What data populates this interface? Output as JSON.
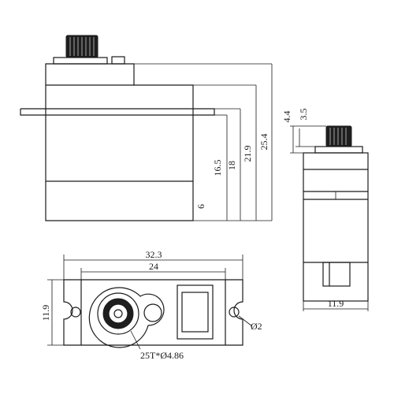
{
  "dimensions": {
    "side_height_6": "6",
    "side_height_16_5": "16.5",
    "side_height_18": "18",
    "side_height_21_9": "21.9",
    "side_height_25_4": "25.4",
    "end_top_4_4": "4.4",
    "end_top_3_5": "3.5",
    "end_width": "11.9",
    "top_overall_width": "32.3",
    "top_body_width": "24",
    "top_depth": "11.9",
    "mount_hole": "Ø2",
    "spline": "25T*Ø4.86"
  }
}
